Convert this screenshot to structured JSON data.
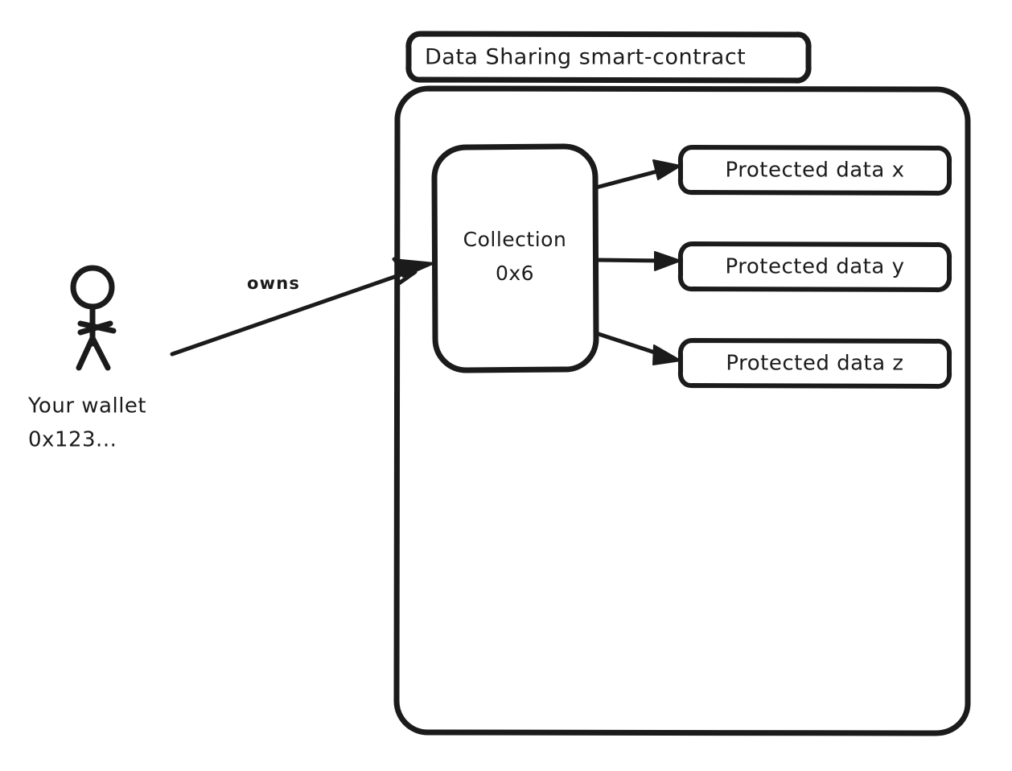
{
  "diagram": {
    "title_box": {
      "label": "Data Sharing smart-contract"
    },
    "container": {
      "name": "smart-contract-container"
    },
    "collection": {
      "line1": "Collection",
      "line2": "0x6"
    },
    "protected_data": [
      {
        "label": "Protected data x"
      },
      {
        "label": "Protected data y"
      },
      {
        "label": "Protected data z"
      }
    ],
    "actor": {
      "label_line1": "Your wallet",
      "label_line2": "0x123...",
      "icon": "stick-figure-icon"
    },
    "edges": [
      {
        "label": "owns",
        "from": "your-wallet",
        "to": "collection-0x6"
      },
      {
        "label": "",
        "from": "collection-0x6",
        "to": "protected-data-x"
      },
      {
        "label": "",
        "from": "collection-0x6",
        "to": "protected-data-y"
      },
      {
        "label": "",
        "from": "collection-0x6",
        "to": "protected-data-z"
      }
    ],
    "colors": {
      "stroke": "#1b1b1b",
      "fill": "#ffffff",
      "background": "#ffffff"
    }
  }
}
